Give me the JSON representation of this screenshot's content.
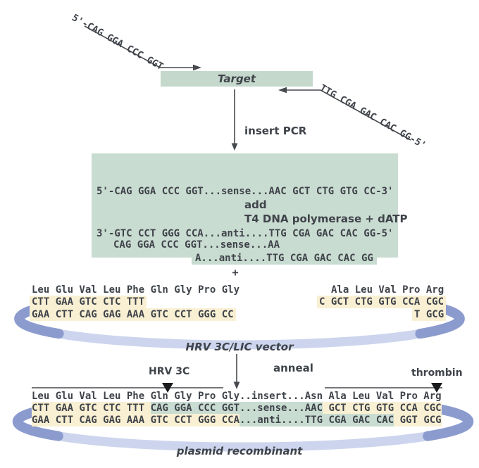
{
  "colors": {
    "green": "#c9dcd1",
    "target_green": "#c4d8cc",
    "cream": "#f9f0d3",
    "blue_dark": "#8c9bce",
    "blue_light": "#cdd5ee",
    "text": "#3f434a",
    "line": "#46494d"
  },
  "primers": {
    "forward": "5'-CAG GGA CCC GGT",
    "reverse": "TTG CGA GAC CAC GG-5'"
  },
  "target": {
    "label": "Target"
  },
  "steps": {
    "insert_pcr": "insert PCR",
    "add_line1": "add",
    "add_line2": "T4 DNA polymerase + dATP",
    "anneal": "anneal",
    "plus": "+"
  },
  "pcr_product": {
    "sense": "5'-CAG GGA CCC GGT...sense...AAC GCT CTG GTG CC-3'",
    "anti": "3'-GTC CCT GGG CCA...anti....TTG CGA GAC CAC GG-5'"
  },
  "t4_product": {
    "sense": "CAG GGA CCC GGT...sense...AA",
    "anti": "A...anti....TTG CGA GAC CAC GG"
  },
  "vector": {
    "label": "HRV 3C/LIC vector",
    "left_aa": "Leu Glu Val Leu Phe Gln Gly Pro Gly",
    "left_dna_sense": "CTT GAA GTC CTC TTT",
    "left_dna_anti": "GAA CTT CAG GAG AAA GTC CCT GGG CC",
    "right_aa": "Ala Leu Val Pro Arg",
    "right_dna_sense": "C GCT CTG GTG CCA CGC",
    "right_dna_anti": "T GCG"
  },
  "protease_sites": {
    "hrv3c": "HRV 3C",
    "thrombin": "thrombin"
  },
  "recombinant": {
    "label": "plasmid recombinant",
    "aa": "Leu Glu Val Leu Phe Gln Gly Pro Gly..insert...Asn Ala Leu Val Pro Arg",
    "dna_sense_segments": [
      {
        "text": "CTT GAA GTC CTC TTT ",
        "bg": "cream"
      },
      {
        "text": "CAG GGA CCC GGT...sense...AAC",
        "bg": "green"
      },
      {
        "text": " GCT CTG GTG CCA CGC",
        "bg": "cream"
      }
    ],
    "dna_anti_segments": [
      {
        "text": "GAA CTT CAG GAG AAA GTC CCT GGG CCA",
        "bg": "cream"
      },
      {
        "text": "...anti....TTG CGA GAC CAC",
        "bg": "green"
      },
      {
        "text": " GGT GCG",
        "bg": "cream"
      }
    ]
  }
}
